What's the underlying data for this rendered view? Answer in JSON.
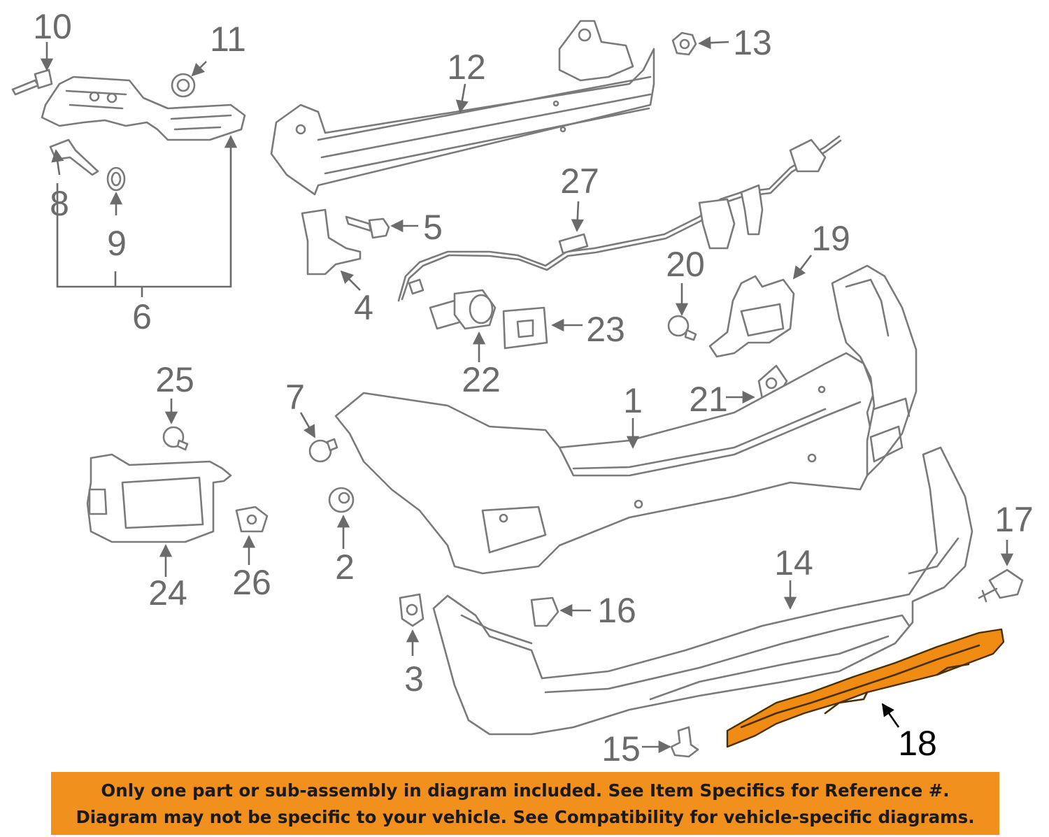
{
  "callouts": {
    "c1": "1",
    "c2": "2",
    "c3": "3",
    "c4": "4",
    "c5": "5",
    "c6": "6",
    "c7": "7",
    "c8": "8",
    "c9": "9",
    "c10": "10",
    "c11": "11",
    "c12": "12",
    "c13": "13",
    "c14": "14",
    "c15": "15",
    "c16": "16",
    "c17": "17",
    "c18": "18",
    "c19": "19",
    "c20": "20",
    "c21": "21",
    "c22": "22",
    "c23": "23",
    "c24": "24",
    "c25": "25",
    "c26": "26",
    "c27": "27"
  },
  "highlighted_part": "18",
  "highlight_color": "#f08c14",
  "notice": {
    "line1": "Only one part or sub-assembly in diagram included. See Item Specifics for Reference #.",
    "line2": "Diagram may not be specific to your vehicle. See Compatibility for vehicle-specific diagrams.",
    "background": "#f1901c"
  }
}
